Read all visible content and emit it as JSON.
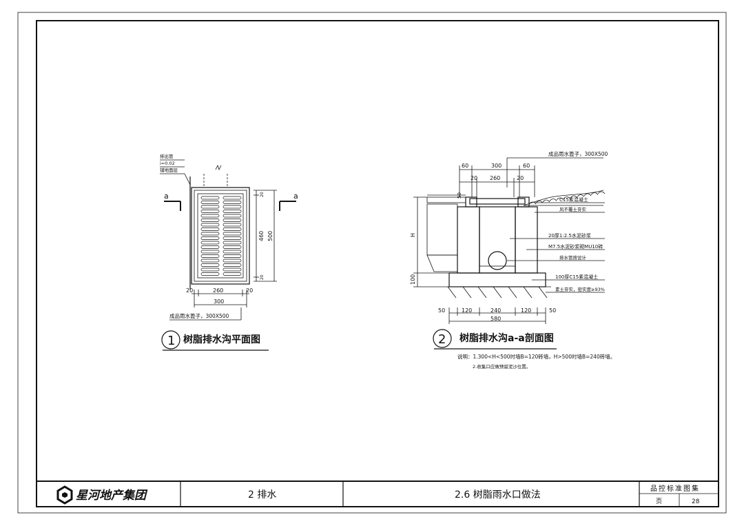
{
  "title_block": {
    "logo_text": "星河地产集团",
    "chapter": "2 排水",
    "sheet_title": "2.6 树脂雨水口做法",
    "collection": "品控标准图集",
    "page_label": "页",
    "page_number": "28"
  },
  "plan_view": {
    "number": "1",
    "title": "树脂排水沟平面图",
    "section_mark": "a",
    "slope_labels": [
      "排出管",
      "i=0.02",
      "铺地面层"
    ],
    "dims_bottom": [
      "20",
      "260",
      "20"
    ],
    "dim_total": "300",
    "dims_right": [
      "20",
      "460",
      "20"
    ],
    "dim_right_total": "500",
    "grate_note": "成品雨水篦子，300X500"
  },
  "section_view": {
    "number": "2",
    "title": "树脂排水沟a-a剖面图",
    "grate_note": "成品雨水篦子，300X500",
    "dims_top": [
      "60",
      "300",
      "60"
    ],
    "dims_top2": [
      "20",
      "260",
      "20"
    ],
    "dim_50": "50",
    "dim_h": "H",
    "dim_100": "100",
    "dims_bottom": [
      "50",
      "120",
      "240",
      "120",
      "50"
    ],
    "dim_bottom_total": "580",
    "callouts": [
      "C15素混凝土",
      "风不覆土夯实",
      "20厚1:2.5水泥砂浆",
      "M7.5水泥砂浆砌MU10砖",
      "排水管按设计",
      "100厚C15素混凝土",
      "素土夯实，密实度≥93%"
    ],
    "notes": [
      "说明：1.300<H<500时墙B=120砖墙，H>500时墙B=240砖墙。",
      "2.收集口应做预留泥沙位置。"
    ]
  }
}
